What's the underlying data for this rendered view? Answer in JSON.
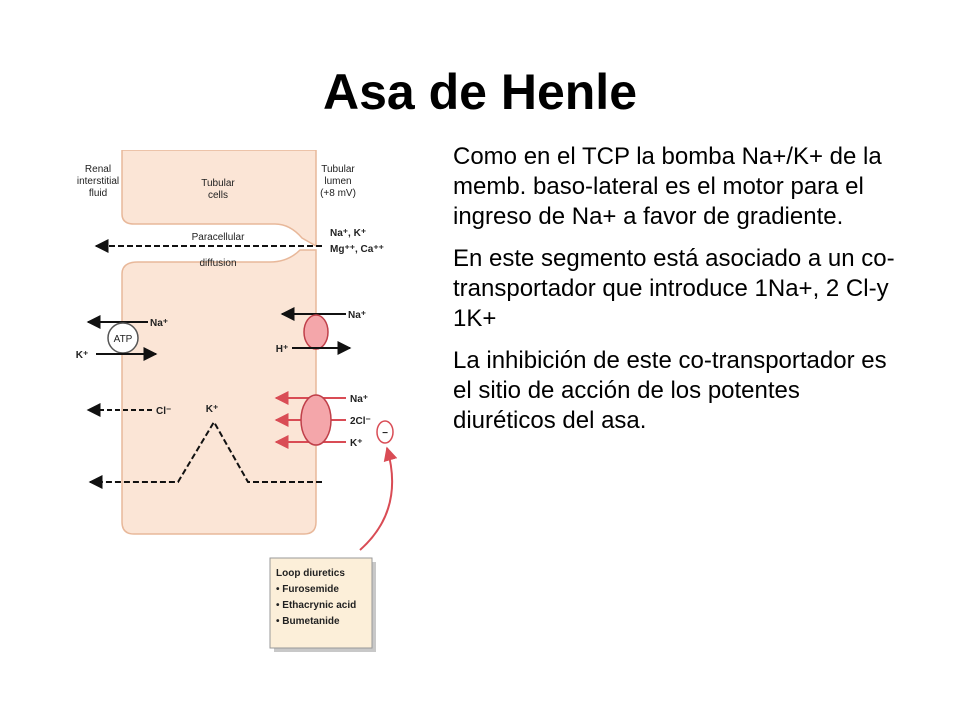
{
  "title": "Asa de Henle",
  "diagram": {
    "labels": {
      "renal_interstitial": [
        "Renal",
        "interstitial",
        "fluid"
      ],
      "tubular_cells": [
        "Tubular",
        "cells"
      ],
      "tubular_lumen": [
        "Tubular",
        "lumen",
        "(+8 mV)"
      ],
      "paracellular": [
        "Paracellular",
        "diffusion"
      ],
      "paracellular_ions": [
        "Na⁺, K⁺",
        "Mg⁺⁺, Ca⁺⁺"
      ],
      "pump_na": "Na⁺",
      "pump_k": "K⁺",
      "atp": "ATP",
      "cl": "Cl⁻",
      "k_mid": "K⁺",
      "antiporter_na": "Na⁺",
      "antiporter_h": "H⁺",
      "nkcc_na": "Na⁺",
      "nkcc_cl": "2Cl⁻",
      "nkcc_k": "K⁺",
      "inhibit_sign": "−"
    },
    "diuretics": {
      "heading": "Loop diuretics",
      "items": [
        "• Furosemide",
        "• Ethacrynic acid",
        "• Bumetanide"
      ]
    },
    "colors": {
      "cell_fill": "#fbe5d6",
      "cell_stroke": "#e8b89a",
      "transporter_fill": "#f4a6aa",
      "transporter_stroke": "#c0404a",
      "red_arrow": "#d94c55",
      "box_fill": "#fcefd9"
    }
  },
  "paragraphs": [
    "Como en el TCP la bomba Na+/K+ de la memb. baso-lateral es el motor para el ingreso de Na+ a favor de gradiente.",
    "En este segmento está asociado a un co-transportador que introduce 1Na+, 2 Cl-y 1K+",
    "La inhibición de este co-transportador es el sitio de acción de los potentes diuréticos del asa."
  ]
}
